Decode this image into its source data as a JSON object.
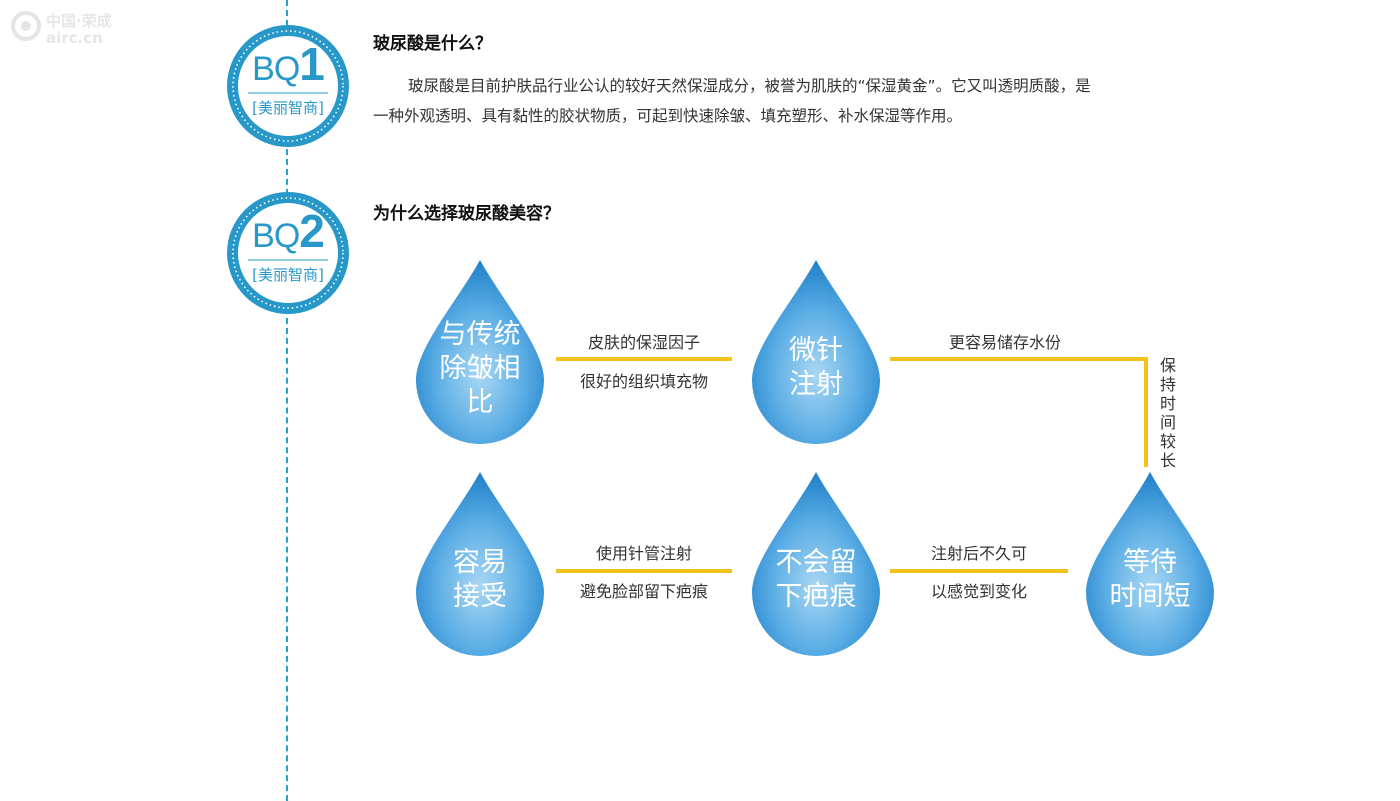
{
  "watermark": {
    "line1": "中国·荣成",
    "line2": "airc.cn"
  },
  "sections": [
    {
      "badge_prefix": "BQ",
      "badge_number": "1",
      "badge_label": "[美丽智商]",
      "title": "玻尿酸是什么？"
    },
    {
      "badge_prefix": "BQ",
      "badge_number": "2",
      "badge_label": "[美丽智商]",
      "title": "为什么选择玻尿酸美容？"
    }
  ],
  "intro": {
    "line1": "玻尿酸是目前护肤品行业公认的较好天然保湿成分，被誉为肌肤的“保湿黄金”。它又叫透明质酸，是",
    "line2": "一种外观透明、具有黏性的胶状物质，可起到快速除皱、填充塑形、补水保湿等作用。"
  },
  "diagram": {
    "drops": [
      {
        "lines": [
          "与传统",
          "除皱相",
          "比"
        ]
      },
      {
        "lines": [
          "微针",
          "注射"
        ]
      },
      {
        "lines": [
          "等待",
          "时间短"
        ]
      },
      {
        "lines": [
          "不会留",
          "下疤痕"
        ]
      },
      {
        "lines": [
          "容易",
          "接受"
        ]
      }
    ],
    "connectors": [
      {
        "above": "皮肤的保湿因子",
        "below": "很好的组织填充物"
      },
      {
        "above": "更容易储存水份"
      },
      {
        "vertical": "保持时间较长"
      },
      {
        "above": "注射后不久可",
        "below": "以感觉到变化"
      },
      {
        "above": "使用针管注射",
        "below": "避免脸部留下疤痕"
      }
    ]
  },
  "colors": {
    "accent": "#2898c9",
    "connector": "#f2c21b",
    "drop_light": "#a9d7f3",
    "drop_dark": "#1e7fc8"
  }
}
